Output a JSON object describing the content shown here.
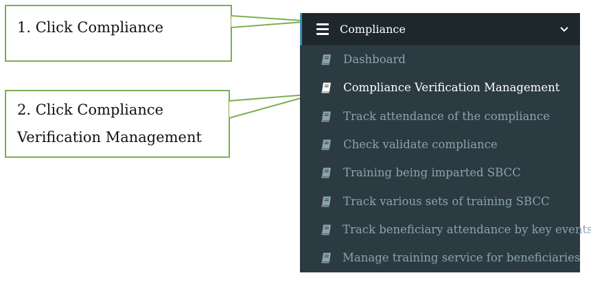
{
  "callouts": [
    {
      "line1": "1. Click Compliance",
      "line2": ""
    },
    {
      "line1": "2. Click Compliance",
      "line2": "Verification Management"
    }
  ],
  "menu": {
    "header_icon": "hamburger-icon",
    "title": "Compliance",
    "chevron_icon": "chevron-down-icon",
    "item_icon": "book-icon",
    "items": [
      {
        "label": "Dashboard",
        "active": false
      },
      {
        "label": "Compliance Verification Management",
        "active": true
      },
      {
        "label": "Track attendance of the compliance",
        "active": false
      },
      {
        "label": "Check validate compliance",
        "active": false
      },
      {
        "label": "Training being imparted SBCC",
        "active": false
      },
      {
        "label": "Track various sets of training SBCC",
        "active": false
      },
      {
        "label": "Track beneficiary attendance by key events",
        "active": false
      },
      {
        "label": "Manage training service for beneficiaries",
        "active": false
      }
    ]
  },
  "colors": {
    "callout_border": "#7aae4f",
    "menu_bg": "#2c3b41",
    "header_bg": "#1e282c",
    "accent": "#3c8dbc",
    "item_text": "#8aa4af",
    "active_text": "#ffffff"
  }
}
